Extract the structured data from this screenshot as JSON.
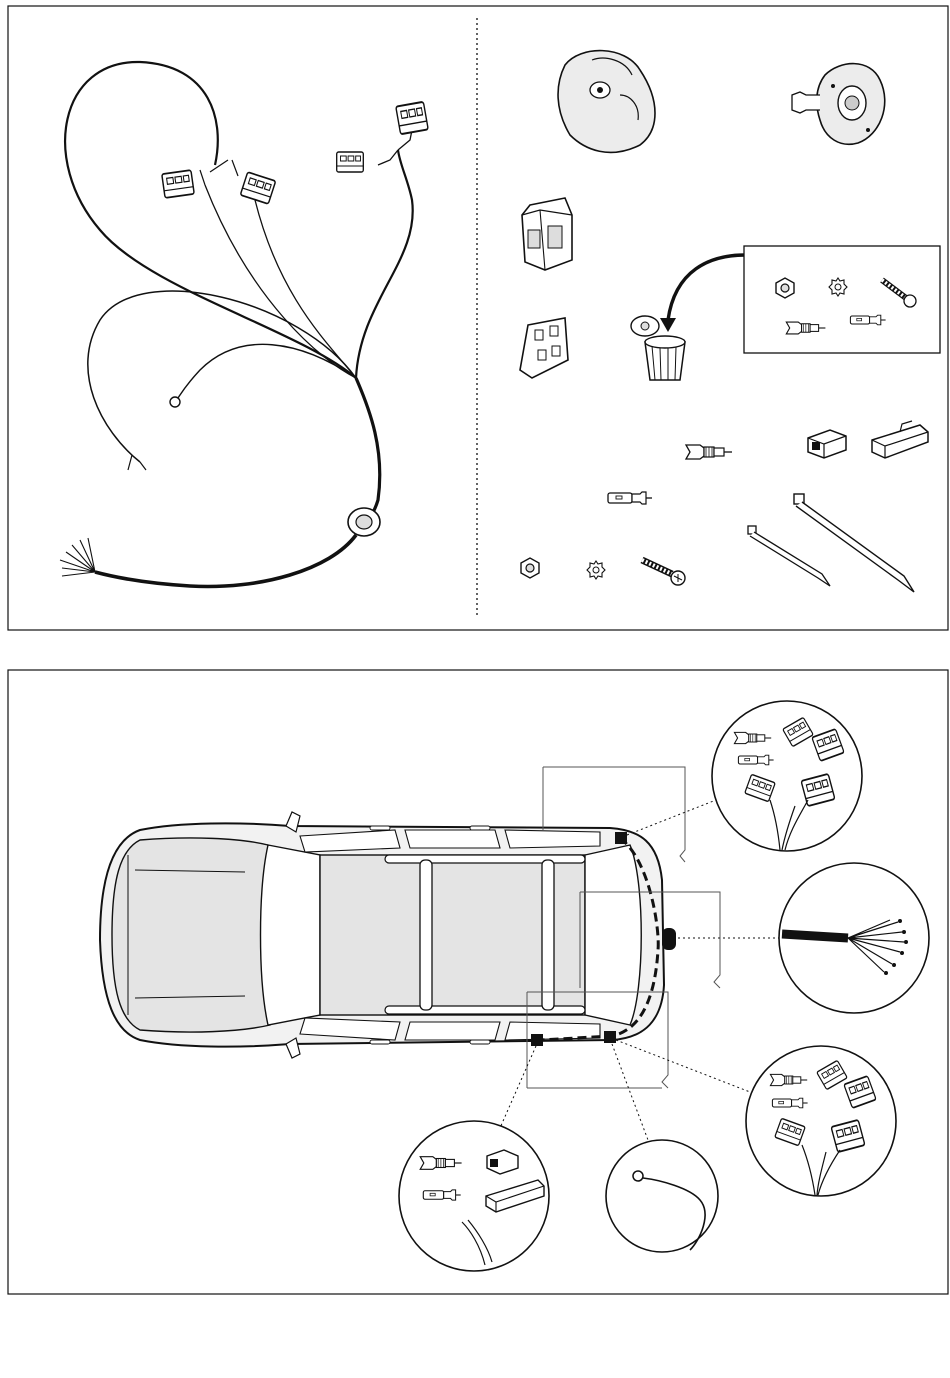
{
  "document": {
    "type": "wiring-harness-installation-diagram",
    "text_labels": []
  },
  "colors": {
    "line": "#111111",
    "connector_fill": "#ffffff",
    "car_body_fill": "#f2f2f2",
    "roof_fill": "#e4e4e4",
    "callout_box": "#555555"
  },
  "kit_panel": {
    "components": [
      {
        "name": "wiring-harness",
        "icon": "cable-harness-icon"
      },
      {
        "name": "7-pin-socket-cover",
        "icon": "socket-housing-icon"
      },
      {
        "name": "socket-base-plate",
        "icon": "socket-plate-icon"
      },
      {
        "name": "relay-housing",
        "icon": "relay-block-icon"
      },
      {
        "name": "connector-cover",
        "icon": "connector-clip-icon"
      },
      {
        "name": "grommet-sleeve",
        "icon": "grommet-icon"
      },
      {
        "name": "hardware-detail-box",
        "icon": "detail-box-icon"
      },
      {
        "name": "flat-spade-connector",
        "icon": "spade-connector-icon"
      },
      {
        "name": "bullet-connector",
        "icon": "bullet-connector-icon"
      },
      {
        "name": "square-connector-housing",
        "icon": "square-housing-icon"
      },
      {
        "name": "open-channel-housing",
        "icon": "channel-housing-icon"
      },
      {
        "name": "hex-nut",
        "icon": "hex-nut-icon"
      },
      {
        "name": "lock-washer",
        "icon": "lock-washer-icon"
      },
      {
        "name": "screw",
        "icon": "screw-icon"
      },
      {
        "name": "cable-tie-small",
        "icon": "cable-tie-icon"
      },
      {
        "name": "cable-tie-large",
        "icon": "cable-tie-icon"
      }
    ]
  },
  "vehicle_panel": {
    "view": "top-view",
    "callouts": [
      {
        "name": "left-rear-light-connectors",
        "icon": "connector-detail-icon"
      },
      {
        "name": "tow-bar-cable-exit",
        "icon": "cable-bundle-icon"
      },
      {
        "name": "right-rear-light-connectors",
        "icon": "connector-detail-icon"
      },
      {
        "name": "ground-ring-terminal",
        "icon": "ring-terminal-icon"
      },
      {
        "name": "side-connector-set",
        "icon": "connector-detail-icon"
      }
    ]
  }
}
